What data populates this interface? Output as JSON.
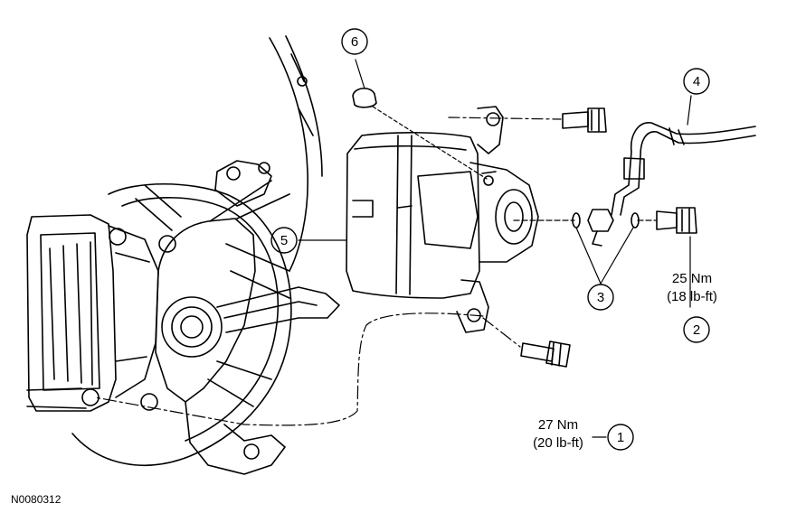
{
  "callouts": [
    {
      "num": "1"
    },
    {
      "num": "2"
    },
    {
      "num": "3"
    },
    {
      "num": "4"
    },
    {
      "num": "5"
    },
    {
      "num": "6"
    }
  ],
  "torque": {
    "caliper_bolt_nm": "27 Nm",
    "caliper_bolt_lbft": "(20 lb-ft)",
    "banjo_bolt_nm": "25 Nm",
    "banjo_bolt_lbft": "(18 lb-ft)"
  },
  "figure_id": "N0080312",
  "colors": {
    "line": "#000000",
    "background": "#ffffff"
  }
}
